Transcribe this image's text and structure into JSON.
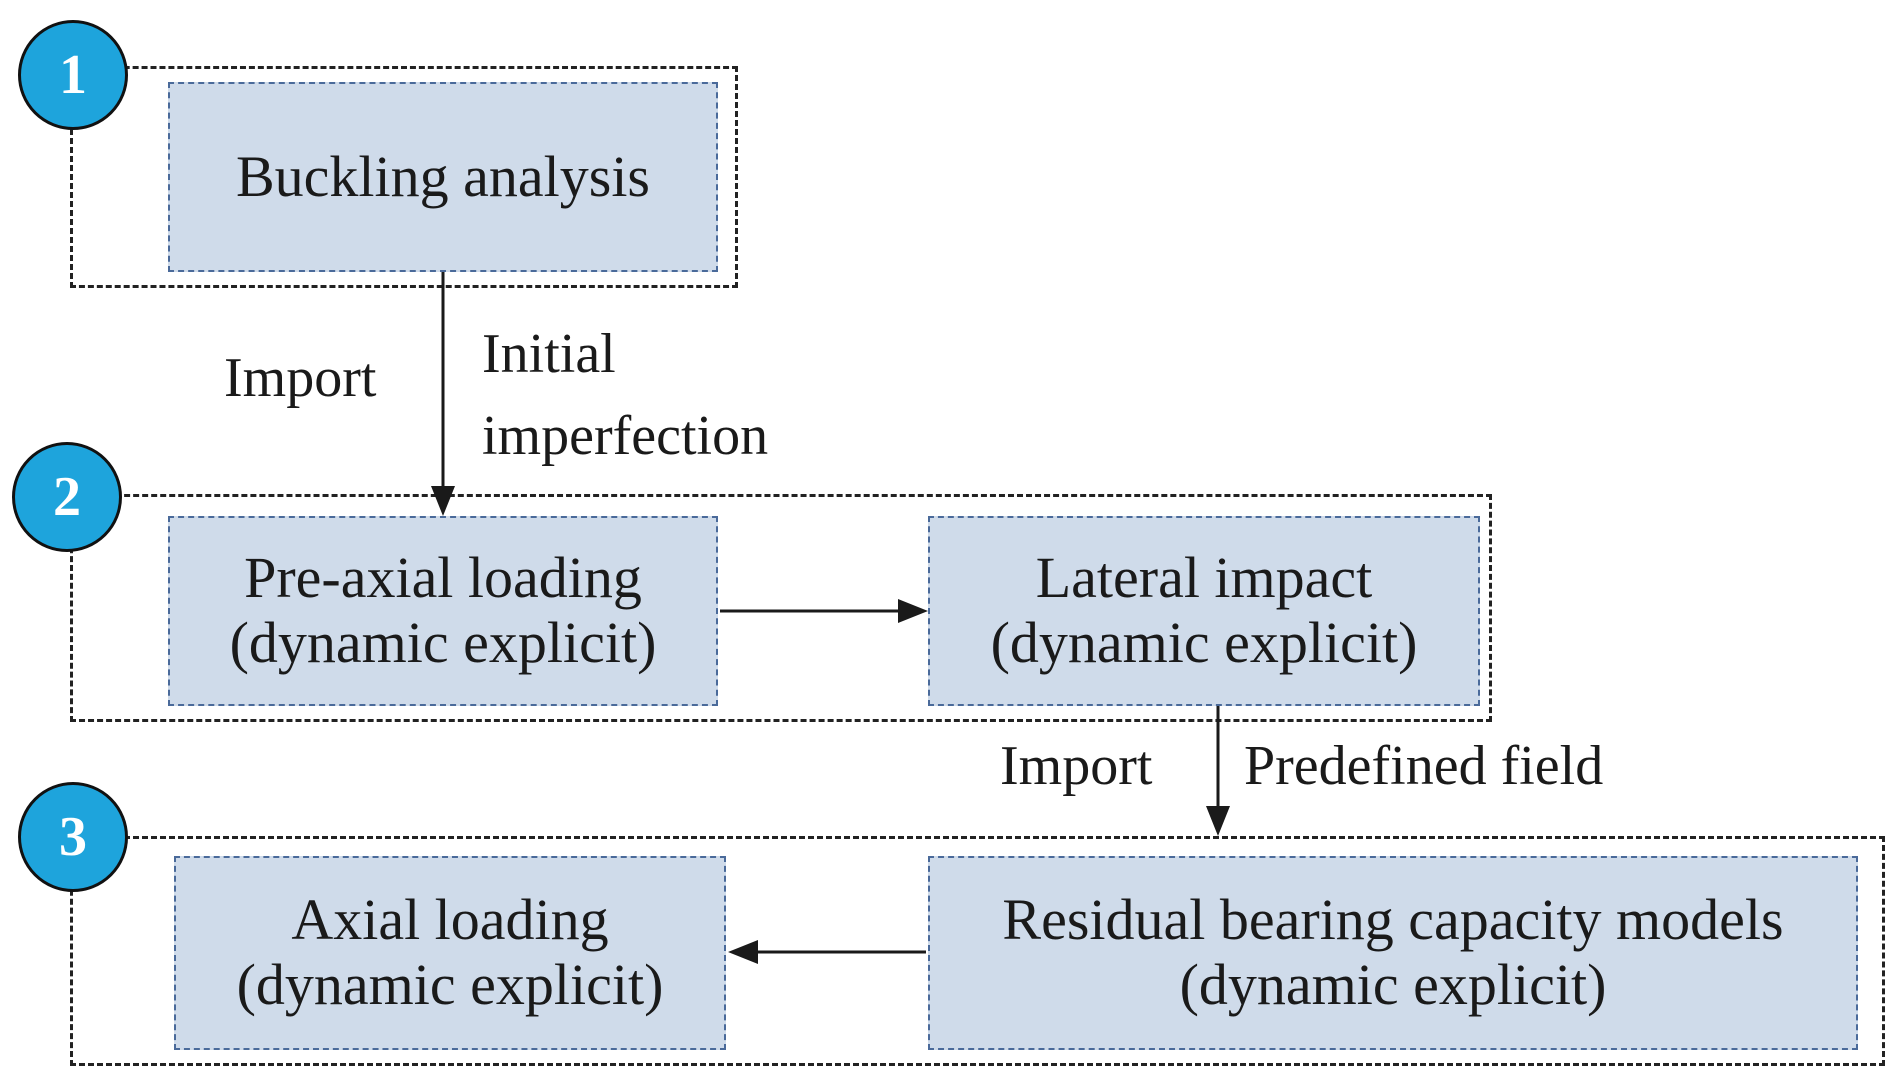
{
  "badges": [
    "1",
    "2",
    "3"
  ],
  "boxes": {
    "buckling": {
      "line1": "Buckling analysis"
    },
    "pre_axial": {
      "line1": "Pre-axial loading",
      "line2": "(dynamic explicit)"
    },
    "lateral": {
      "line1": "Lateral impact",
      "line2": "(dynamic explicit)"
    },
    "residual": {
      "line1": "Residual bearing capacity models",
      "line2": "(dynamic explicit)"
    },
    "axial": {
      "line1": "Axial loading",
      "line2": "(dynamic explicit)"
    }
  },
  "labels": {
    "import_1": "Import",
    "initial_1": "Initial",
    "initial_2": "imperfection",
    "import_2": "Import",
    "predefined": "Predefined field"
  },
  "colors": {
    "box_fill": "#cfdbea",
    "box_border": "#4a6a9a",
    "badge_fill": "#1ea4dc",
    "line": "#1a1a1a"
  }
}
